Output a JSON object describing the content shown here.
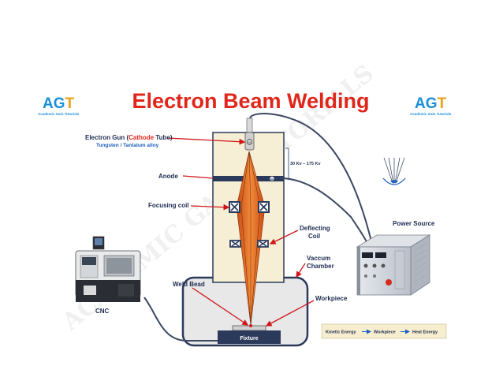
{
  "title": "Electron Beam Welding",
  "logo": {
    "text": "AGT",
    "caption": "Academic Gain Tutorials",
    "colors": {
      "a": "#1a8fd8",
      "g": "#1a8fd8",
      "t": "#e6a117"
    }
  },
  "watermark": "ACADEMIC GAIN TUTORIALS",
  "labels": {
    "electron_gun_prefix": "Electron Gun (",
    "electron_gun_cathode": "Cathode",
    "electron_gun_suffix": " Tube)",
    "electron_gun_material": "Tungsten / Tantalum alloy",
    "anode": "Anode",
    "focusing_coil": "Focusing coil",
    "deflecting_coil_line1": "Deflecting",
    "deflecting_coil_line2": "Coil",
    "voltage": "30 Kv – 175 Kv",
    "power_source": "Power Source",
    "vacuum_line1": "Vaccum",
    "vacuum_line2": "Chamber",
    "weld_bead": "Weld Bead",
    "workpiece": "Workpiece",
    "fixture": "Fixture",
    "cnc": "CNC",
    "cathode_symbol": "⊖",
    "anode_symbol": "⊕"
  },
  "energy_flow": {
    "step1": "Kinetic Energy",
    "step2": "Workpiece",
    "step3": "Heat Energy"
  },
  "colors": {
    "title": "#e0261b",
    "pointer": "#d0161b",
    "beam": "#e0621e",
    "column": "#f6efd6",
    "navy": "#2b3a5b",
    "cable": "#3b4863"
  }
}
